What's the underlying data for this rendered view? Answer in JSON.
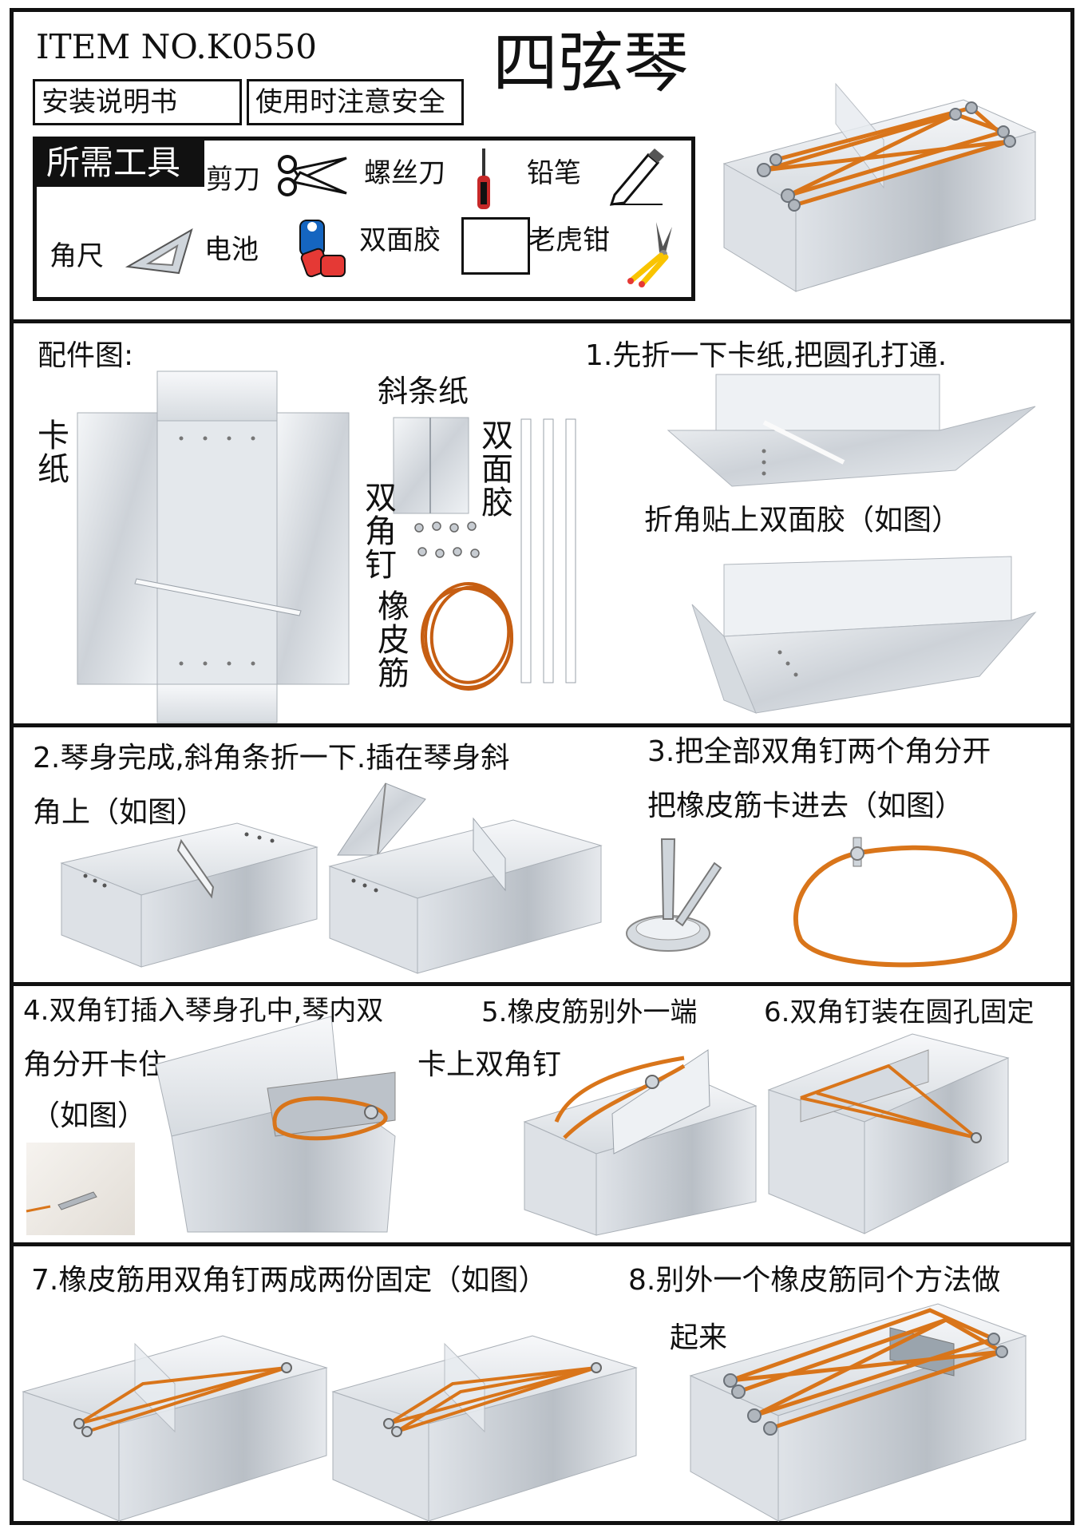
{
  "header": {
    "item_no": "ITEM NO.K0550",
    "title": "四弦琴",
    "manual_label": "安装说明书",
    "safety_label": "使用时注意安全",
    "tools_title": "所需工具",
    "tools": {
      "scissors": "剪刀",
      "screwdriver": "螺丝刀",
      "pencil": "铅笔",
      "set_square": "角尺",
      "battery": "电池",
      "tape": "双面胶",
      "pliers": "老虎钳"
    }
  },
  "parts": {
    "title": "配件图:",
    "cardboard": "卡纸",
    "diagonal_strip": "斜条纸",
    "double_tape": "双面胶",
    "brad": "双角钉",
    "rubber_band": "橡皮筋"
  },
  "steps": {
    "s1": "1.先折一下卡纸,把圆孔打通.",
    "s1b": "折角贴上双面胶（如图）",
    "s2a": "2.琴身完成,斜角条折一下.插在琴身斜",
    "s2b": "角上（如图）",
    "s3a": "3.把全部双角钉两个角分开",
    "s3b": "把橡皮筋卡进去（如图）",
    "s4a": "4.双角钉插入琴身孔中,琴内双",
    "s4b": "角分开卡住",
    "s4c": "（如图）",
    "s5a": "5.橡皮筋别外一端",
    "s5b": "卡上双角钉",
    "s6": "6.双角钉装在圆孔固定",
    "s7": "7.橡皮筋用双角钉两成两份固定（如图）",
    "s8a": "8.别外一个橡皮筋同个方法做",
    "s8b": "起来"
  },
  "colors": {
    "silver_light": "#eef1f4",
    "silver_mid": "#c9ced4",
    "silver_dark": "#9aa1a9",
    "band": "#d9751a"
  }
}
